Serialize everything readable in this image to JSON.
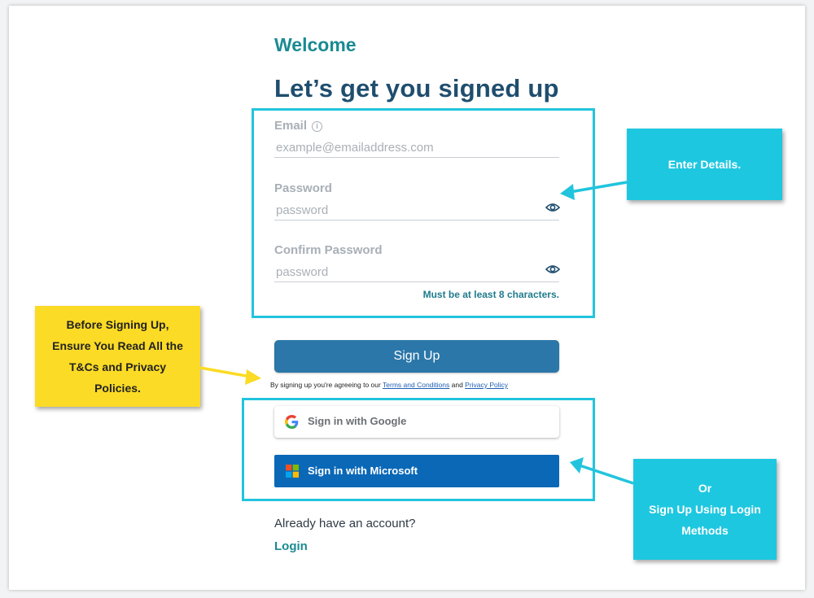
{
  "header": {
    "welcome": "Welcome",
    "headline": "Let’s get you signed up"
  },
  "form": {
    "email_label": "Email",
    "email_placeholder": "example@emailaddress.com",
    "password_label": "Password",
    "password_placeholder": "password",
    "confirm_label": "Confirm Password",
    "confirm_placeholder": "password",
    "hint": "Must be at least 8 characters.",
    "signup_label": "Sign Up"
  },
  "terms": {
    "prefix": "By signing up you're agreeing to our ",
    "terms_link": "Terms and Conditions",
    "middle": " and ",
    "privacy_link": "Privacy Policy"
  },
  "social": {
    "google_label": "Sign in with Google",
    "microsoft_label": "Sign in with Microsoft"
  },
  "footer": {
    "already": "Already have an account?",
    "login": "Login"
  },
  "annotations": {
    "details": "Enter Details.",
    "terms_line1": "Before Signing Up,",
    "terms_line2": "Ensure You Read All the",
    "terms_line3": "T&Cs and Privacy",
    "terms_line4": "Policies.",
    "methods_line1": "Or",
    "methods_line2": "Sign Up Using Login",
    "methods_line3": "Methods"
  },
  "colors": {
    "accent": "#1a8a93",
    "primary_button": "#2b77a9",
    "microsoft_button": "#0a68b7",
    "callout_cyan": "#1ec7e0",
    "callout_yellow": "#fbdb25"
  },
  "icons": [
    "info-icon",
    "eye-icon",
    "google-icon",
    "microsoft-icon",
    "arrow-icon"
  ]
}
